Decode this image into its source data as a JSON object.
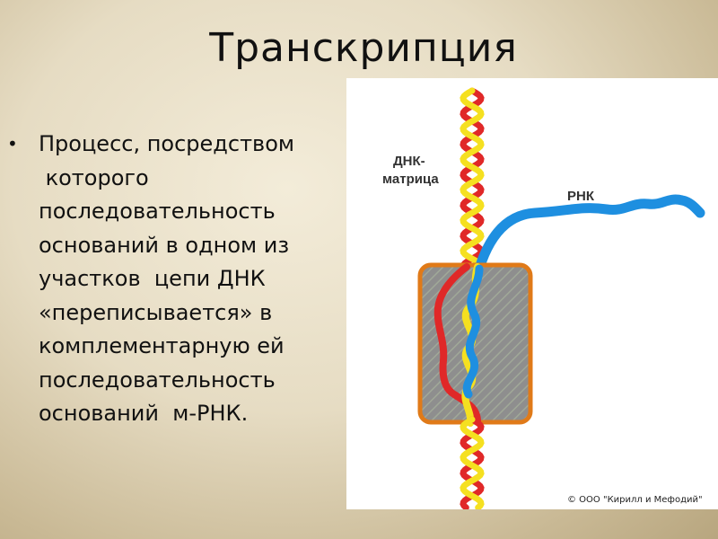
{
  "slide": {
    "title": "Транскрипция",
    "bullet_lines": [
      "Процесс, посредством",
      " которого",
      "последовательность",
      "оснований в одном из",
      "участков  цепи ДНК",
      "«переписывается» в",
      "комплементарную ей",
      "последовательность",
      "оснований  м-РНК."
    ]
  },
  "figure": {
    "label_dna_line1": "ДНК-",
    "label_dna_line2": "матрица",
    "label_rna": "РНК",
    "copyright": "© ООО \"Кирилл и Мефодий\"",
    "colors": {
      "dna_strand_red": "#e02828",
      "dna_strand_yellow": "#f5e020",
      "rna_blue": "#1e8fe0",
      "enzyme_fill": "#8c8c8c",
      "enzyme_border": "#e07a18"
    }
  }
}
